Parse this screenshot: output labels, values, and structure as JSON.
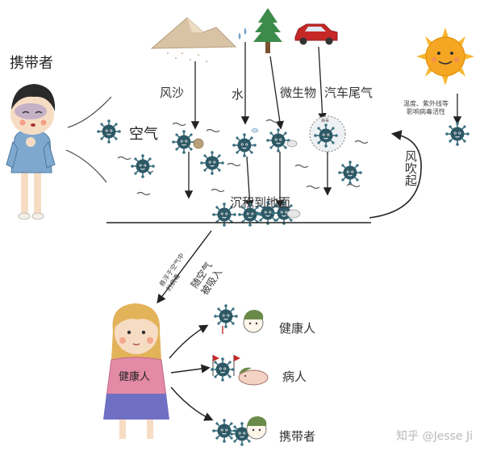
{
  "labels": {
    "carrier_top": "携带者",
    "air": "空气",
    "sand": "风沙",
    "water": "水",
    "microbes": "微生物",
    "exhaust": "汽车尾气",
    "temperature_note_line1": "温度、紫外线等",
    "temperature_note_line2": "影响病毒活性",
    "wind_blow": "风吹起",
    "deposit_ground": "沉积到地面",
    "suspended_line1": "悬浮于空气中",
    "suspended_line2": "的病毒",
    "inhaled_line1": "随空气",
    "inhaled_line2": "被吸入",
    "healthy_person_body": "健康人",
    "outcome_healthy": "健康人",
    "outcome_sick": "病人",
    "outcome_carrier": "携带者",
    "microbe_small_text": "病毒",
    "watermark": "知乎 @Jesse Ji"
  },
  "colors": {
    "virus": "#2d5966",
    "virus_spike": "#3a7080",
    "sun": "#f5a623",
    "car": "#c62828",
    "tree": "#3d8b4a",
    "sand": "#d8c3a5",
    "girl_dress": "#e38aa6",
    "boy_shirt": "#7fa8cf"
  }
}
